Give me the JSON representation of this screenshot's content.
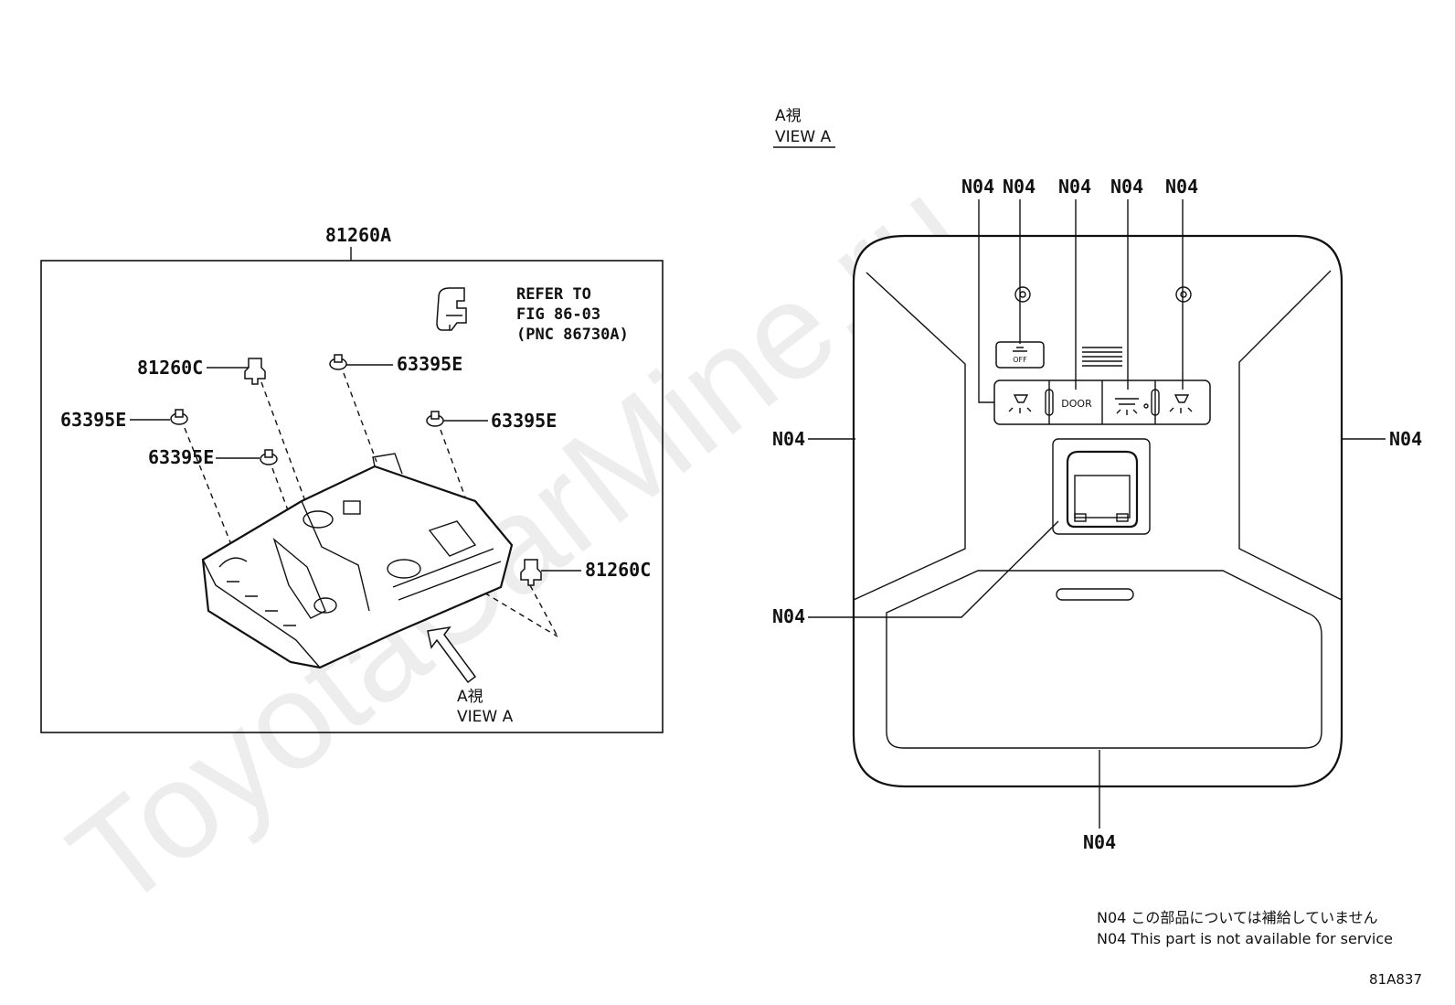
{
  "watermark": "ToyotaCarMine.ru",
  "left_panel": {
    "assembly_label": "81260A",
    "refer_lines": [
      "REFER TO",
      "FIG 86-03",
      "(PNC 86730A)"
    ],
    "parts": [
      "81260C",
      "63395E",
      "63395E",
      "63395E",
      "63395E",
      "81260C"
    ],
    "view_label_jp": "A視",
    "view_label_en": "VIEW A"
  },
  "right_panel": {
    "view_label_jp": "A視",
    "view_label_en": "VIEW A",
    "callouts": [
      "N04",
      "N04",
      "N04",
      "N04",
      "N04",
      "N04",
      "N04",
      "N04",
      "N04"
    ],
    "button_door": "DOOR",
    "button_off": "OFF"
  },
  "notes": {
    "jp": "N04 この部品については補給していません",
    "en": "N04 This part is not available for service"
  },
  "figure_code": "81A837"
}
